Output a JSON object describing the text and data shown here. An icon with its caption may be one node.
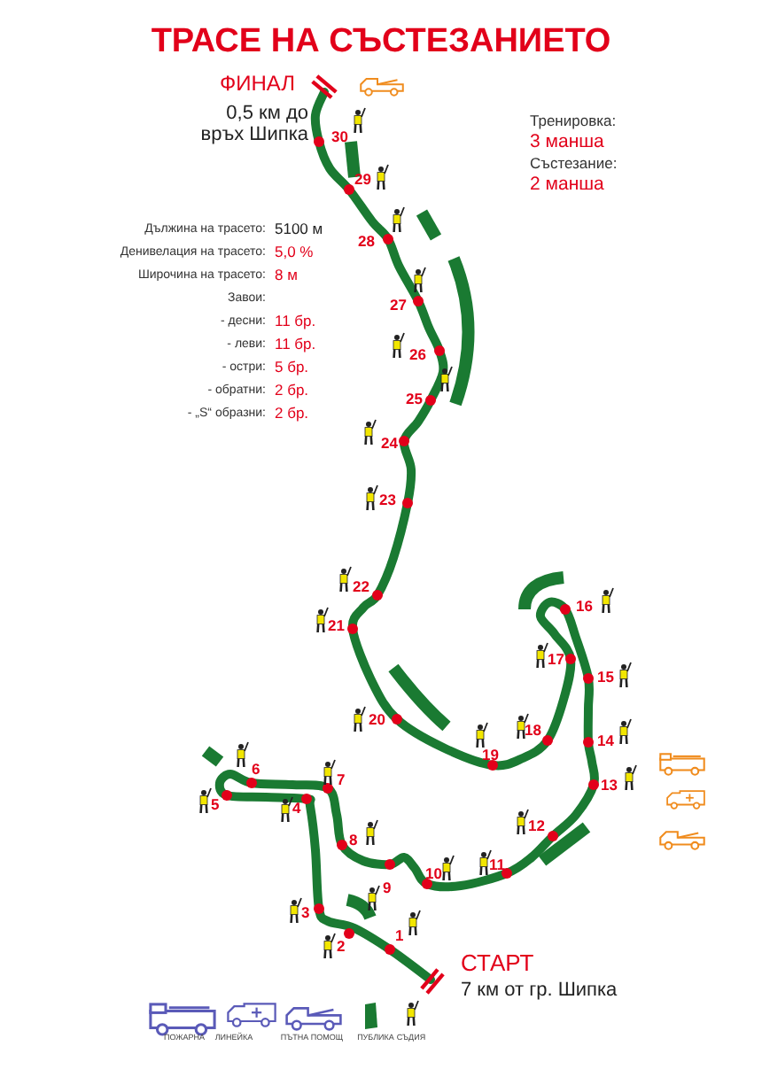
{
  "diagram": {
    "title": "ТРАСЕ НА СЪСТЕЗАНИЕТО",
    "labels": [
      "ФИНАЛ",
      "0,5 км до връх Шипка",
      "Тренировка:",
      "3 манша",
      "Състезание:",
      "2 манша",
      "Дължина на трасето:",
      "5100 м",
      "Денивелация на трасето:",
      "5,0 %",
      "Широчина на трасето:",
      "8 м",
      "Завои:",
      "- десни:",
      "11 бр.",
      "- леви:",
      "11 бр.",
      "- остри:",
      "5 бр.",
      "- обратни:",
      "2 бр.",
      "- „S“ образни:",
      "2 бр.",
      "30",
      "29",
      "28",
      "27",
      "26",
      "25",
      "24",
      "23",
      "22",
      "21",
      "20",
      "19",
      "18",
      "17",
      "16",
      "15",
      "14",
      "13",
      "12",
      "11",
      "10",
      "9",
      "8",
      "7",
      "6",
      "5",
      "4",
      "3",
      "2",
      "1",
      "СТАРТ",
      "7 км от гр. Шипка"
    ],
    "legend": [
      {
        "text": "ПОЖАРНА"
      },
      {
        "text": "ЛИНЕЙКА"
      },
      {
        "text": "ПЪТНА ПОМОЩ"
      },
      {
        "text": "ПУБЛИКА"
      },
      {
        "text": "СЪДИЯ"
      }
    ]
  }
}
